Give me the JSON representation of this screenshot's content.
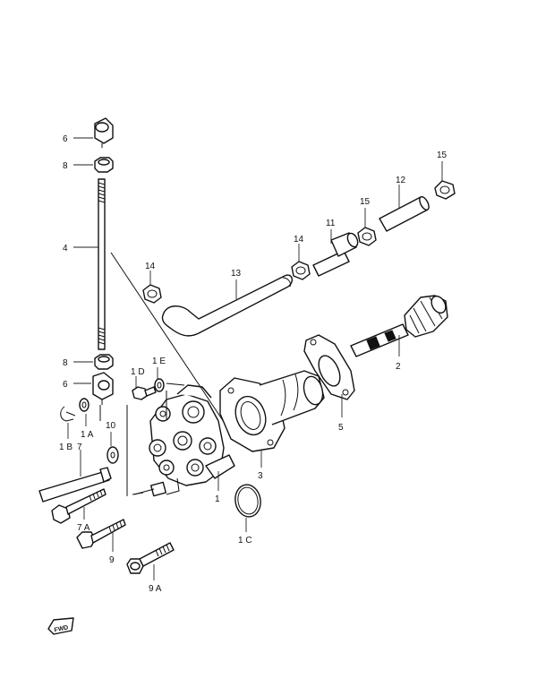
{
  "callouts": {
    "c1": "1",
    "c1a": "1 A",
    "c1b": "1 B",
    "c1c": "1 C",
    "c1d": "1 D",
    "c1e": "1 E",
    "c2": "2",
    "c3": "3",
    "c4": "4",
    "c5": "5",
    "c6a": "6",
    "c6b": "6",
    "c7": "7",
    "c7a": "7 A",
    "c8a": "8",
    "c8b": "8",
    "c9": "9",
    "c9a": "9 A",
    "c10": "10",
    "c11": "11",
    "c12": "12",
    "c13": "13",
    "c14a": "14",
    "c14b": "14",
    "c15a": "15",
    "c15b": "15"
  },
  "fwd_label": "FWD",
  "icons": {
    "fwd": "fwd-arrow-icon"
  }
}
